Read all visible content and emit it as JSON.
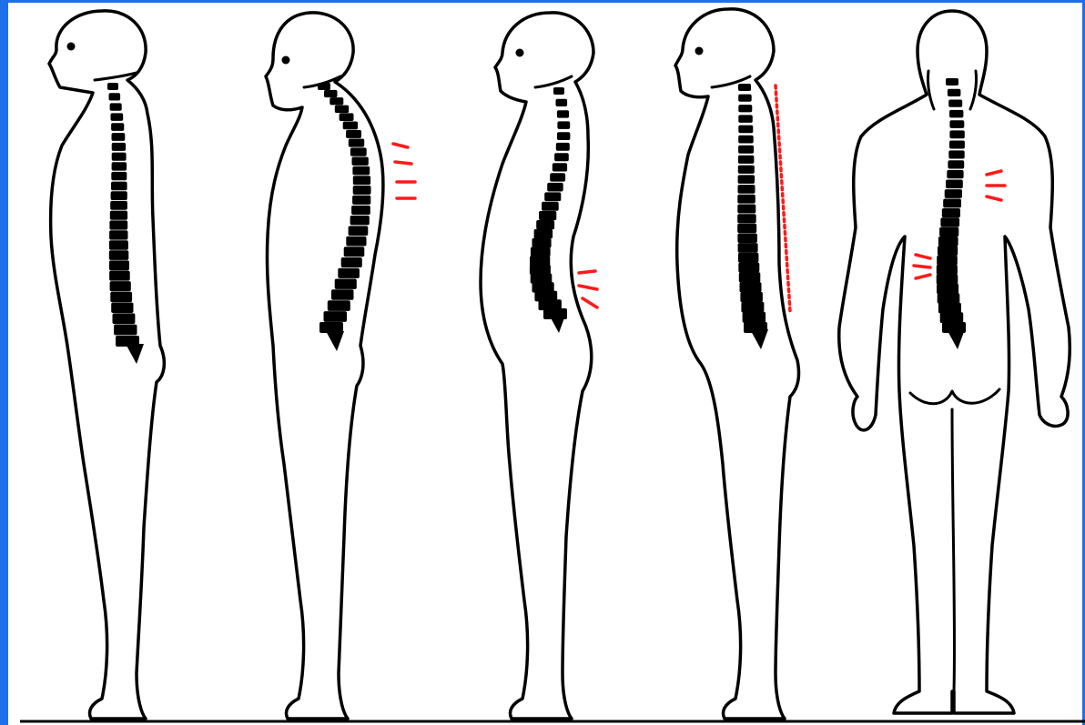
{
  "figure": {
    "count": 5,
    "items": [
      {
        "id": "normal",
        "view": "side",
        "spine_curve": "normal"
      },
      {
        "id": "kyphosis",
        "view": "side",
        "spine_curve": "hump",
        "marker": "upper-back"
      },
      {
        "id": "lordosis",
        "view": "side",
        "spine_curve": "sway",
        "marker": "lower-back"
      },
      {
        "id": "flat-back",
        "view": "side",
        "spine_curve": "straight",
        "marker": "dotted-line"
      },
      {
        "id": "scoliosis",
        "view": "back",
        "spine_curve": "s-curve",
        "marker": "both-sides"
      }
    ]
  },
  "colors": {
    "frame": "#1e6fe8",
    "outline": "#000000",
    "vertebra": "#000000",
    "accent": "#ff1a1a",
    "background": "#ffffff"
  }
}
